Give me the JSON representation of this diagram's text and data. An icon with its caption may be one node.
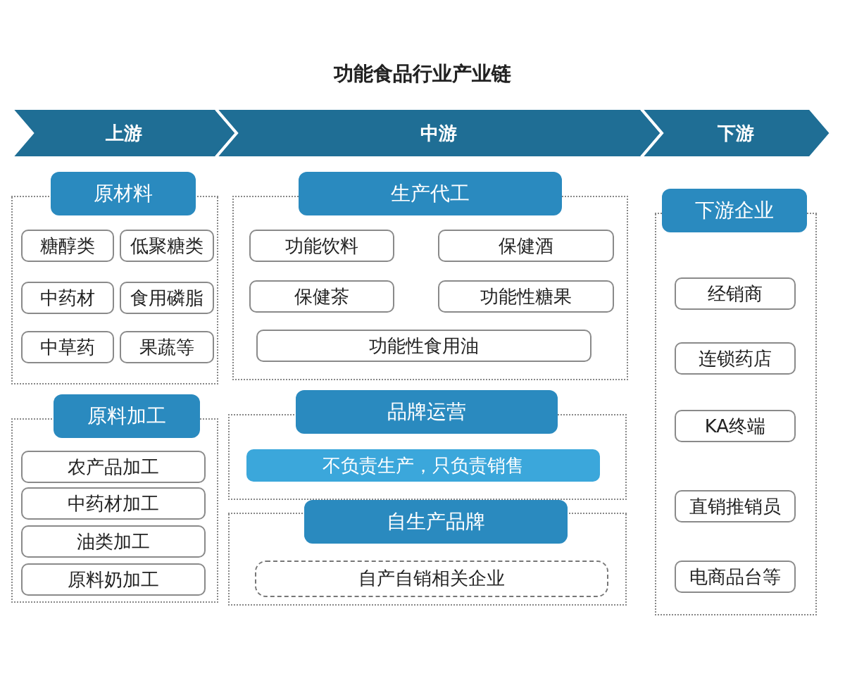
{
  "diagram": {
    "title": "功能食品行业产业链",
    "nodes": [
      {
        "text": [
          "上游"
        ]
      },
      {
        "text": [
          "中游"
        ]
      },
      {
        "text": [
          "下游"
        ]
      },
      {
        "text": [
          "原材料"
        ]
      },
      {
        "text": [
          "糖醇类"
        ],
        "in": 3
      },
      {
        "text": [
          "低聚糖类"
        ],
        "in": 3
      },
      {
        "text": [
          "中药材"
        ],
        "in": 3
      },
      {
        "text": [
          "食用磷脂"
        ],
        "in": 3
      },
      {
        "text": [
          "中草药"
        ],
        "in": 3
      },
      {
        "text": [
          "果蔬等"
        ],
        "in": 3
      },
      {
        "text": [
          "生产代工"
        ]
      },
      {
        "text": [
          "功能饮料"
        ],
        "in": 10
      },
      {
        "text": [
          "保健酒"
        ],
        "in": 10
      },
      {
        "text": [
          "保健茶"
        ],
        "in": 10
      },
      {
        "text": [
          "功能性糖果"
        ],
        "in": 10
      },
      {
        "text": [
          "功能性食用油"
        ],
        "in": 10
      },
      {
        "text": [
          "下游企业"
        ]
      },
      {
        "text": [
          "经销商"
        ],
        "in": 16
      },
      {
        "text": [
          "连锁药店"
        ],
        "in": 16
      },
      {
        "text": [
          "KA终端"
        ],
        "in": 16
      },
      {
        "text": [
          "直销推销员"
        ],
        "in": 16
      },
      {
        "text": [
          "电商品台等"
        ],
        "in": 16
      },
      {
        "text": [
          "原料加工"
        ]
      },
      {
        "text": [
          "农产品加工"
        ],
        "in": 22
      },
      {
        "text": [
          "中药材加工"
        ],
        "in": 22
      },
      {
        "text": [
          "油类加工"
        ],
        "in": 22
      },
      {
        "text": [
          "原料奶加工"
        ],
        "in": 22
      },
      {
        "text": [
          "品牌运营"
        ]
      },
      {
        "text": [
          "不负责生产，只负责销售"
        ],
        "in": 27
      },
      {
        "text": [
          "自生产品牌"
        ]
      },
      {
        "text": [
          "自产自销相关企业"
        ],
        "in": 29
      }
    ]
  }
}
